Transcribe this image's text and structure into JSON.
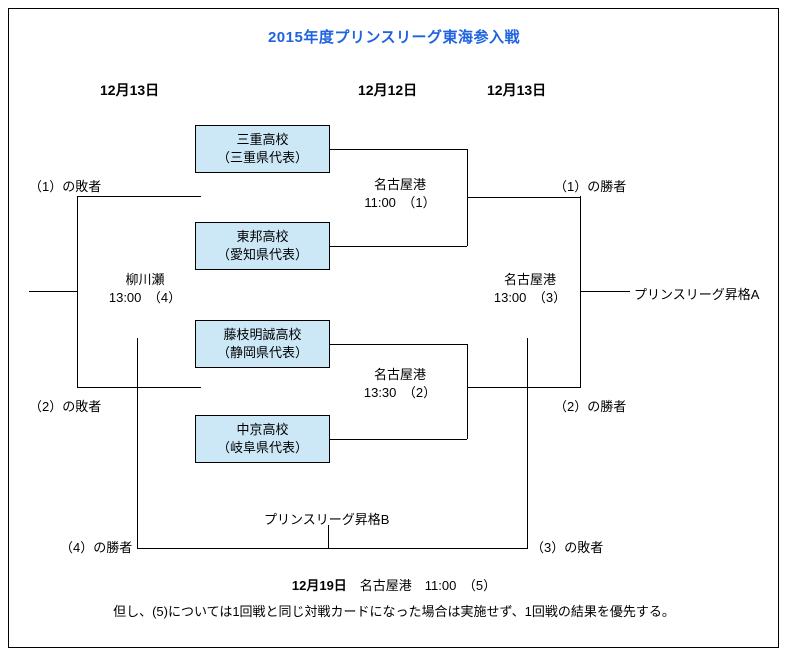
{
  "title": "2015年度プリンスリーグ東海参入戦",
  "date_headers": [
    {
      "label": "12月13日"
    },
    {
      "label": "12月12日"
    },
    {
      "label": "12月13日"
    }
  ],
  "teams": [
    {
      "name": "三重高校",
      "region": "（三重県代表）"
    },
    {
      "name": "東邦高校",
      "region": "（愛知県代表）"
    },
    {
      "name": "藤枝明誠高校",
      "region": "（静岡県代表）"
    },
    {
      "name": "中京高校",
      "region": "（岐阜県代表）"
    }
  ],
  "matches": [
    {
      "venue": "名古屋港",
      "time": "11:00　（1）"
    },
    {
      "venue": "名古屋港",
      "time": "13:30　（2）"
    },
    {
      "venue": "名古屋港",
      "time": "13:00　（3）"
    },
    {
      "venue": "柳川瀬",
      "time": "13:00　（4）"
    }
  ],
  "side_labels": {
    "loser_1": "（1）の敗者",
    "loser_2": "（2）の敗者",
    "winner_1": "（1）の勝者",
    "winner_2": "（2）の勝者",
    "winner_4": "（4）の勝者",
    "loser_3": "（3）の敗者"
  },
  "promotions": {
    "a": "プリンスリーグ昇格A",
    "b": "プリンスリーグ昇格B"
  },
  "footer": {
    "line1_bold": "12月19日",
    "line1_rest": "　名古屋港　11:00　（5）",
    "line2": "但し、(5)については1回戦と同じ対戦カードになった場合は実施せず、1回戦の結果を優先する。"
  },
  "colors": {
    "title": "#1f63e0",
    "box_fill": "#cce8f7",
    "line": "#000000"
  }
}
